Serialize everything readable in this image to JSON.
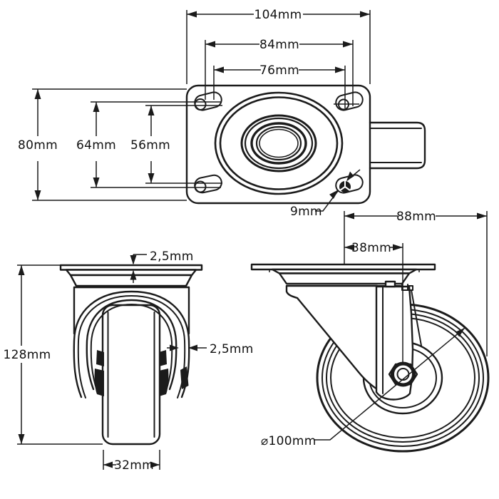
{
  "drawing": {
    "product": "swivel-caster-technical-drawing",
    "line_color": "#1b1b1b",
    "background_color": "#ffffff",
    "views": {
      "top": {
        "label": "top-view-mounting-plate",
        "dims": {
          "overall_width": "104mm",
          "hole_span_outer": "84mm",
          "hole_span_inner": "76mm",
          "overall_depth": "80mm",
          "hole_span_vertical_outer": "64mm",
          "hole_span_vertical_inner": "56mm",
          "hole_diameter": "9mm"
        }
      },
      "front": {
        "label": "front-view",
        "dims": {
          "plate_thickness": "2,5mm",
          "bracket_thickness": "2,5mm",
          "overall_height": "128mm",
          "wheel_width": "32mm"
        }
      },
      "side": {
        "label": "side-view",
        "dims": {
          "overall_length": "88mm",
          "swivel_offset": "38mm",
          "wheel_diameter": "⌀100mm"
        }
      }
    }
  }
}
